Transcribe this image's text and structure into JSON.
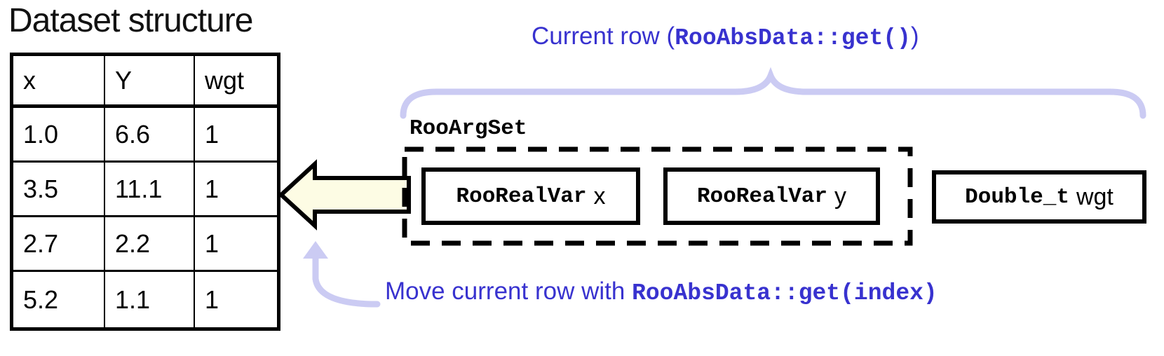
{
  "title": "Dataset structure",
  "table": {
    "headers": [
      "x",
      "Y",
      "wgt"
    ],
    "rows": [
      [
        "1.0",
        "6.6",
        "1"
      ],
      [
        "3.5",
        "11.1",
        "1"
      ],
      [
        "2.7",
        "2.2",
        "1"
      ],
      [
        "5.2",
        "1.1",
        "1"
      ]
    ]
  },
  "argset": {
    "label": "RooArgSet",
    "boxes": [
      {
        "type": "RooRealVar",
        "name": "x"
      },
      {
        "type": "RooRealVar",
        "name": "y"
      }
    ]
  },
  "weight_box": {
    "type": "Double_t",
    "name": "wgt"
  },
  "annotations": {
    "current_row": {
      "prefix": "Current row (",
      "code": "RooAbsData::get()",
      "suffix": ")"
    },
    "move_row": {
      "prefix": "Move current row with ",
      "code": "RooAbsData::get(index)"
    }
  },
  "colors": {
    "annotation_blue": "#3832cf",
    "brace_lavender": "#cbcbf3",
    "arrow_fill": "#fdfce4",
    "line_black": "#000000"
  },
  "icons": {
    "row_pointer_arrow": "left-arrow",
    "current_row_brace": "curly-brace-up",
    "move_row_arrow": "curved-up-arrow"
  }
}
